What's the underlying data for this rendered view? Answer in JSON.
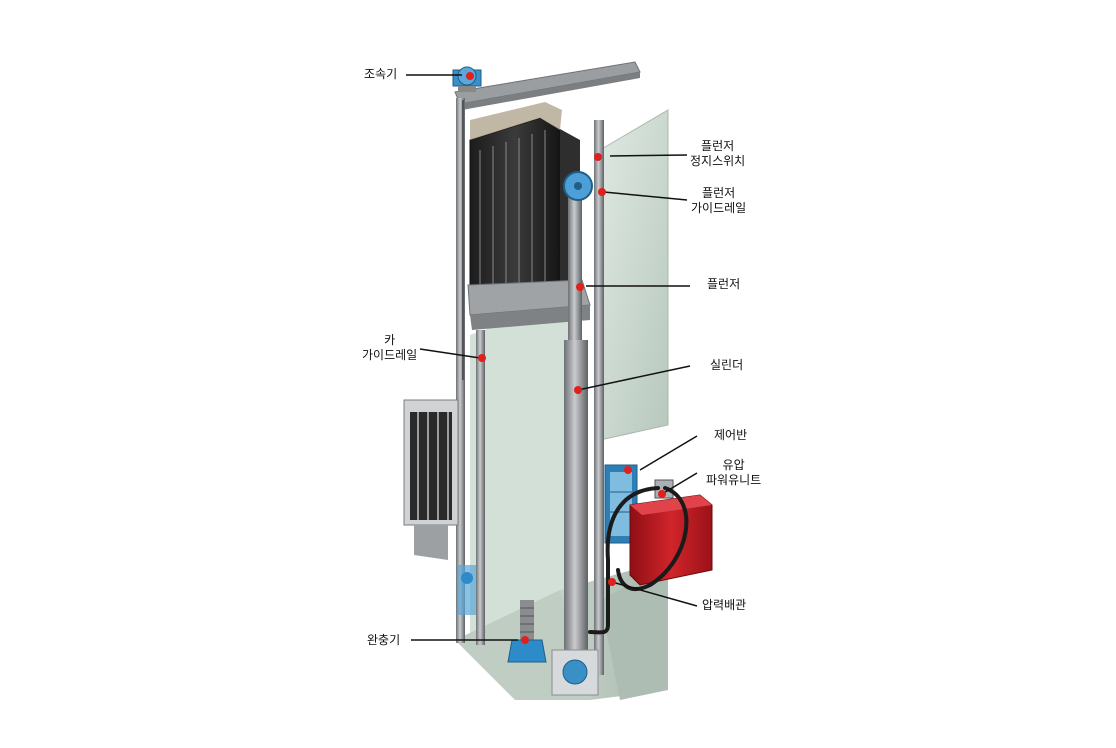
{
  "labels": {
    "governor": "조속기",
    "plunger_stop_switch": [
      "플런저",
      "정지스위치"
    ],
    "plunger_guide_rail": [
      "플런저",
      "가이드레일"
    ],
    "plunger": "플런저",
    "car_guide_rail": [
      "카",
      "가이드레일"
    ],
    "cylinder": "실린더",
    "control_panel": "제어반",
    "hydraulic_power_unit": [
      "유압",
      "파워유니트"
    ],
    "pressure_piping": "압력배관",
    "buffer": "완충기"
  },
  "colors": {
    "marker": "#e0201c",
    "wall": "#c9d8cf",
    "steel": "#8c8f92",
    "car_dark": "#2a2a2a",
    "tank_red": "#c01820",
    "accent_blue": "#2e8bc9"
  }
}
